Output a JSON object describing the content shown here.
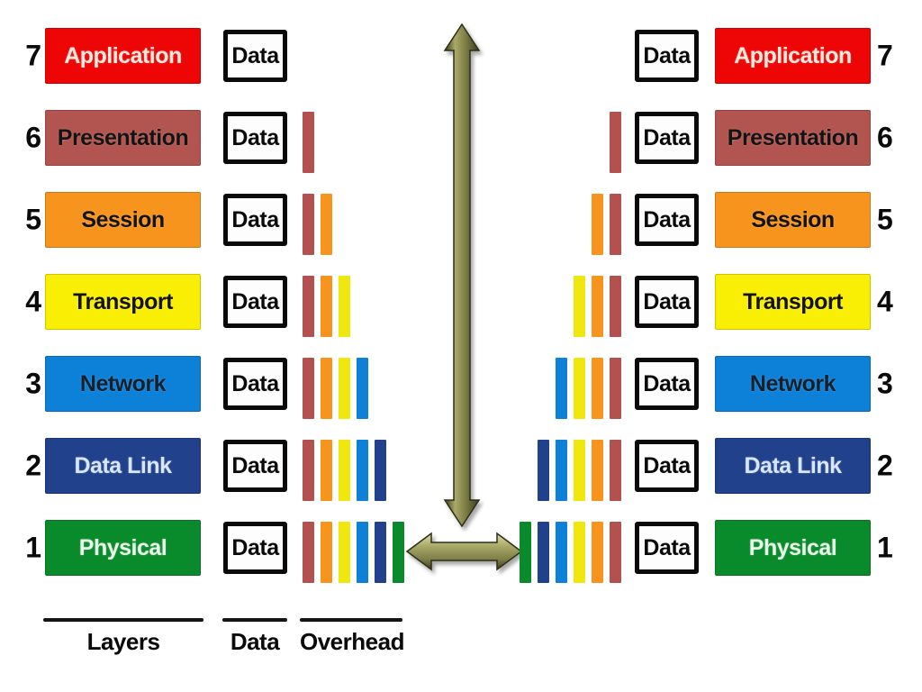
{
  "data_box_label": "Data",
  "layers": [
    {
      "num": "7",
      "label": "Application",
      "color": "#ee0505",
      "text_color": "#ffe9df"
    },
    {
      "num": "6",
      "label": "Presentation",
      "color": "#b2544f",
      "text_color": "#141414"
    },
    {
      "num": "5",
      "label": "Session",
      "color": "#f7941e",
      "text_color": "#141414"
    },
    {
      "num": "4",
      "label": "Transport",
      "color": "#f9ef04",
      "text_color": "#141414"
    },
    {
      "num": "3",
      "label": "Network",
      "color": "#0d80d8",
      "text_color": "#10202c"
    },
    {
      "num": "2",
      "label": "Data Link",
      "color": "#21418c",
      "text_color": "#d7e6fb"
    },
    {
      "num": "1",
      "label": "Physical",
      "color": "#098a2b",
      "text_color": "#e9fbe9"
    }
  ],
  "overhead": {
    "colors": [
      "#b2514e",
      "#f7941e",
      "#efe70e",
      "#0d80d8",
      "#21418c",
      "#098a2b"
    ]
  },
  "footer": {
    "layers_label": "Layers",
    "data_label": "Data",
    "overhead_label": "Overhead"
  },
  "arrow": {
    "highlight": "#ddddaa",
    "light": "#a9a968",
    "mid": "#7e7e47",
    "dark_edge": "#3c3c1e",
    "outline": "#2f2f18"
  }
}
